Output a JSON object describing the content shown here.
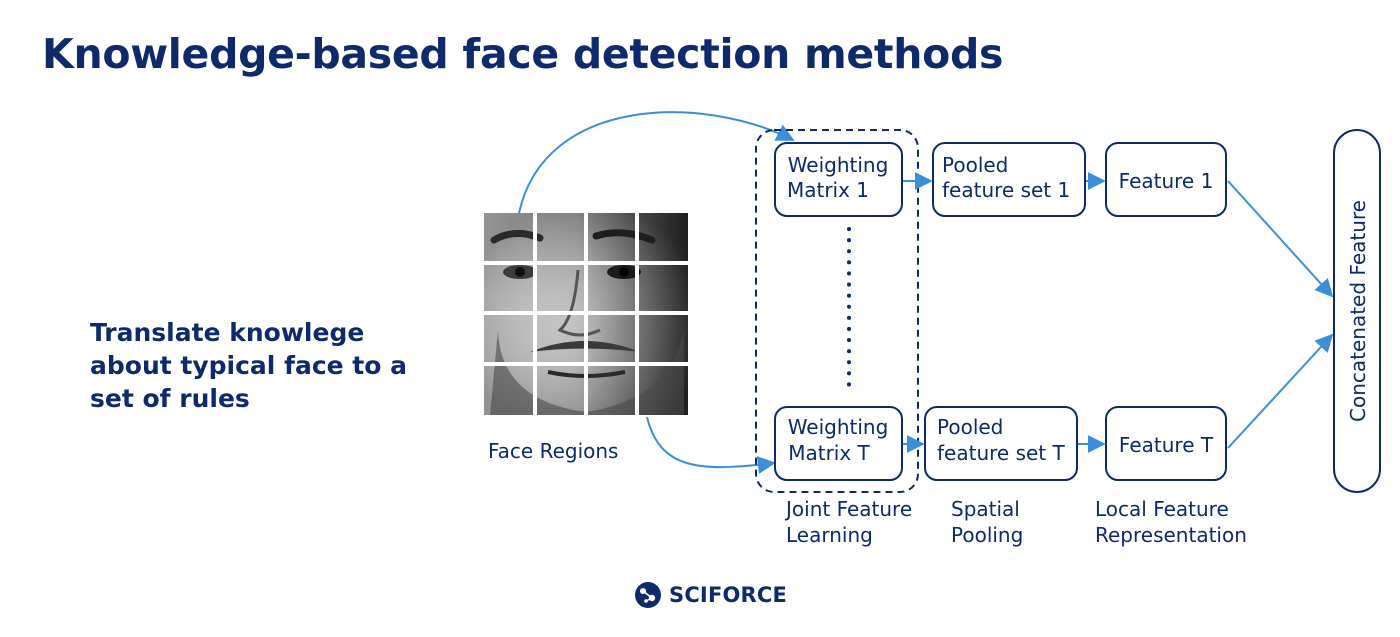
{
  "title": "Knowledge-based face detection methods",
  "description": [
    "Translate knowlege",
    "about typical face to a",
    "set of rules"
  ],
  "face_regions_label": "Face Regions",
  "nodes": {
    "weighting_1": [
      "Weighting",
      "Matrix 1"
    ],
    "weighting_t": [
      "Weighting",
      "Matrix T"
    ],
    "pooled_1": [
      "Pooled",
      "feature set 1"
    ],
    "pooled_t": [
      "Pooled",
      "feature set T"
    ],
    "feature_1": "Feature 1",
    "feature_t": "Feature T",
    "concat": "Concatenated Feature"
  },
  "stage_labels": {
    "joint": [
      "Joint Feature",
      "Learning"
    ],
    "spatial": [
      "Spatial",
      "Pooling"
    ],
    "local": [
      "Local Feature",
      "Representation"
    ]
  },
  "logo": {
    "text": "SCIFORCE"
  },
  "colors": {
    "text": "#0f2a6b",
    "arrow": "#3a8fd8",
    "border": "#0f2a6b"
  }
}
